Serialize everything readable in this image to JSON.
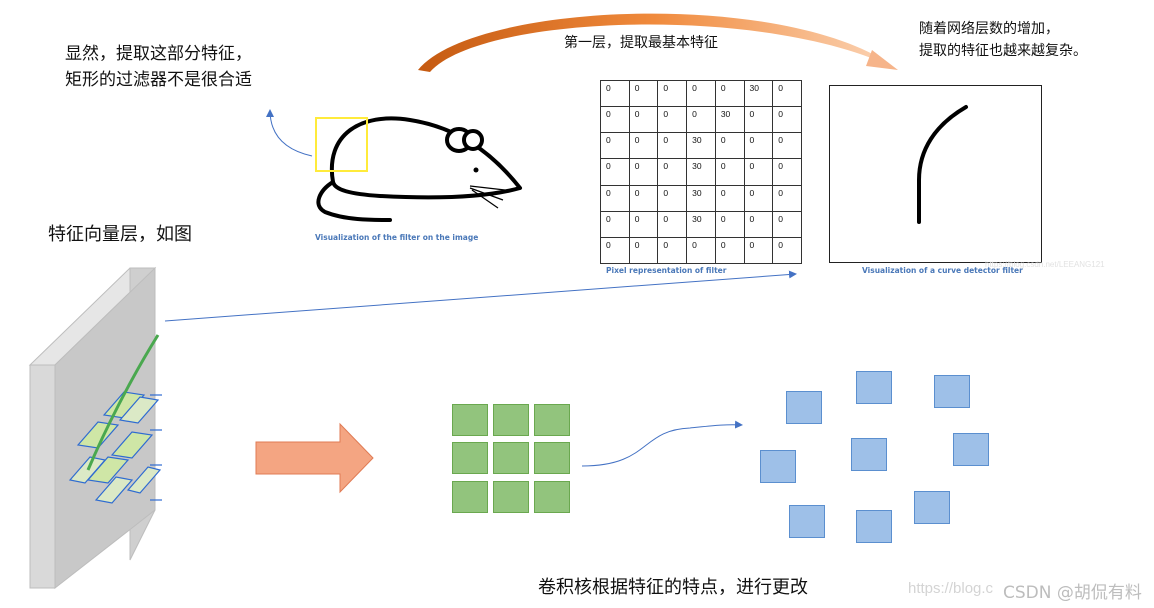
{
  "notes": {
    "top_left_line1": "显然，提取这部分特征，",
    "top_left_line2": "矩形的过滤器不是很合适",
    "first_layer": "第一层，提取最基本特征",
    "top_right_line1": "随着网络层数的增加，",
    "top_right_line2": "提取的特征也越来越复杂。",
    "feature_layer": "特征向量层，如图",
    "bottom_caption": "卷积核根据特征的特点，进行更改"
  },
  "captions": {
    "mouse": "Visualization of the filter on the image",
    "pixel": "Pixel representation of filter",
    "curve": "Visualization of a curve detector filter"
  },
  "pixel_grid": [
    [
      "0",
      "0",
      "0",
      "0",
      "0",
      "30",
      "0"
    ],
    [
      "0",
      "0",
      "0",
      "0",
      "30",
      "0",
      "0"
    ],
    [
      "0",
      "0",
      "0",
      "30",
      "0",
      "0",
      "0"
    ],
    [
      "0",
      "0",
      "0",
      "30",
      "0",
      "0",
      "0"
    ],
    [
      "0",
      "0",
      "0",
      "30",
      "0",
      "0",
      "0"
    ],
    [
      "0",
      "0",
      "0",
      "30",
      "0",
      "0",
      "0"
    ],
    [
      "0",
      "0",
      "0",
      "0",
      "0",
      "0",
      "0"
    ]
  ],
  "watermark": {
    "faint_url": "https://blog.csdn.net/LEEANG121",
    "bottom_url": "https://blog.c",
    "brand": "CSDN @胡侃有料"
  },
  "colors": {
    "arc_orange": "#e46c0a",
    "arrow_salmon": "#f4a582",
    "green_square": "#92c47d",
    "blue_square": "#9ec0e8",
    "line_blue": "#4472c4",
    "filter_yellow": "#ffeb3b"
  }
}
